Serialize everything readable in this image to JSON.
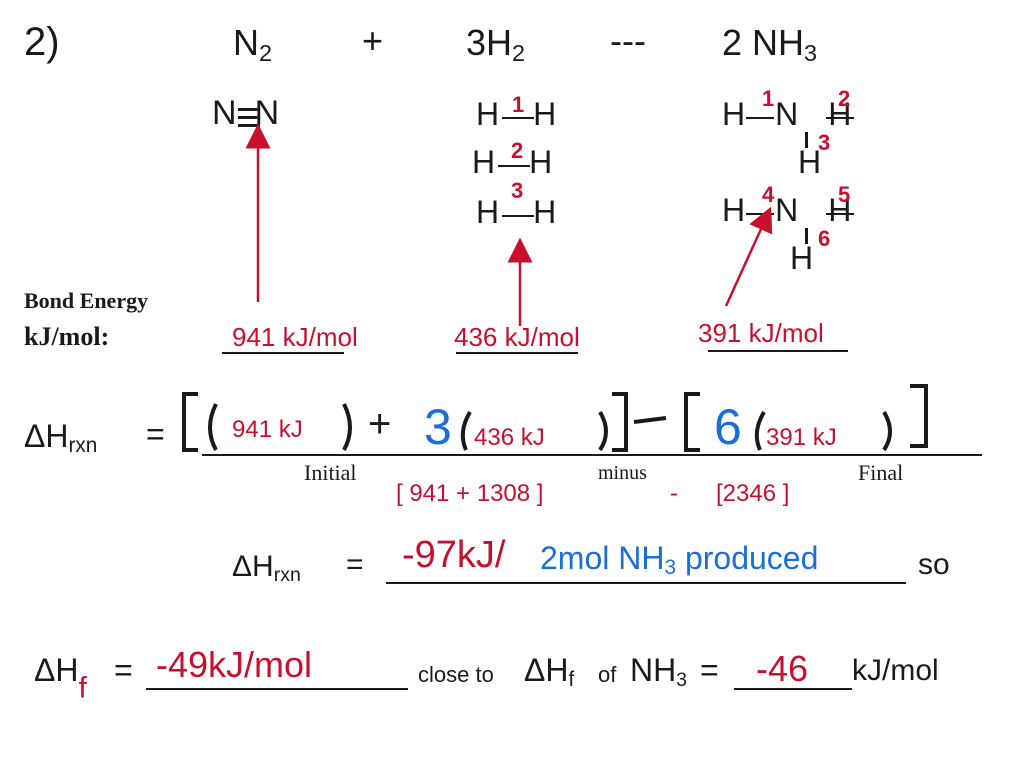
{
  "problem_number": "2)",
  "equation": {
    "reactant1": "N",
    "reactant1_sub": "2",
    "plus": "+",
    "reactant2_coef": "3H",
    "reactant2_sub": "2",
    "arrow": "---",
    "product_coef": "2 NH",
    "product_sub": "3"
  },
  "structures": {
    "n2": {
      "atom_left": "N",
      "atom_right": "N"
    },
    "h2": {
      "h": "H"
    },
    "nh3": {
      "h": "H",
      "n": "N"
    },
    "h2_bond_numbers": [
      "1",
      "2",
      "3"
    ],
    "nh3_bond_numbers": [
      "1",
      "2",
      "3",
      "4",
      "5",
      "6"
    ]
  },
  "bond_energy": {
    "label_line1": "Bond Energy",
    "label_line2": "kJ/mol:",
    "n2_value": "941 kJ/mol",
    "h2_value": "436 kJ/mol",
    "nh3_value": "391 kJ/mol"
  },
  "rxn_equation": {
    "delta_h": "ΔH",
    "rxn_sub": "rxn",
    "equals": "=",
    "term1": "941 kJ",
    "plus": "+",
    "coef_h2": "3",
    "term2": "436 kJ",
    "coef_nh3": "6",
    "term3": "391 kJ",
    "label_initial": "Initial",
    "label_minus": "minus",
    "label_final": "Final",
    "sum_initial": "[ 941 + 1308 ]",
    "minus_sign": "-",
    "sum_final": "[2346 ]"
  },
  "result": {
    "delta_h": "ΔH",
    "rxn_sub": "rxn",
    "equals": "=",
    "value": "-97kJ/",
    "note_prefix": "2mol NH",
    "note_sub": "3",
    "note_suffix": " produced",
    "so": "so"
  },
  "formation": {
    "delta_h": "ΔH",
    "f_sub": "f",
    "equals": "=",
    "value": "-49kJ/mol",
    "close_to": "close to",
    "delta_h2": "ΔH",
    "f_sub2": "f",
    "of": "of",
    "nh3": "NH",
    "nh3_sub": "3",
    "eq2": "=",
    "ref_value": "-46",
    "unit": "kJ/mol"
  },
  "colors": {
    "annotation_red": "#c8102e",
    "annotation_blue": "#1a6ed8",
    "ink": "#1a1a1a"
  }
}
